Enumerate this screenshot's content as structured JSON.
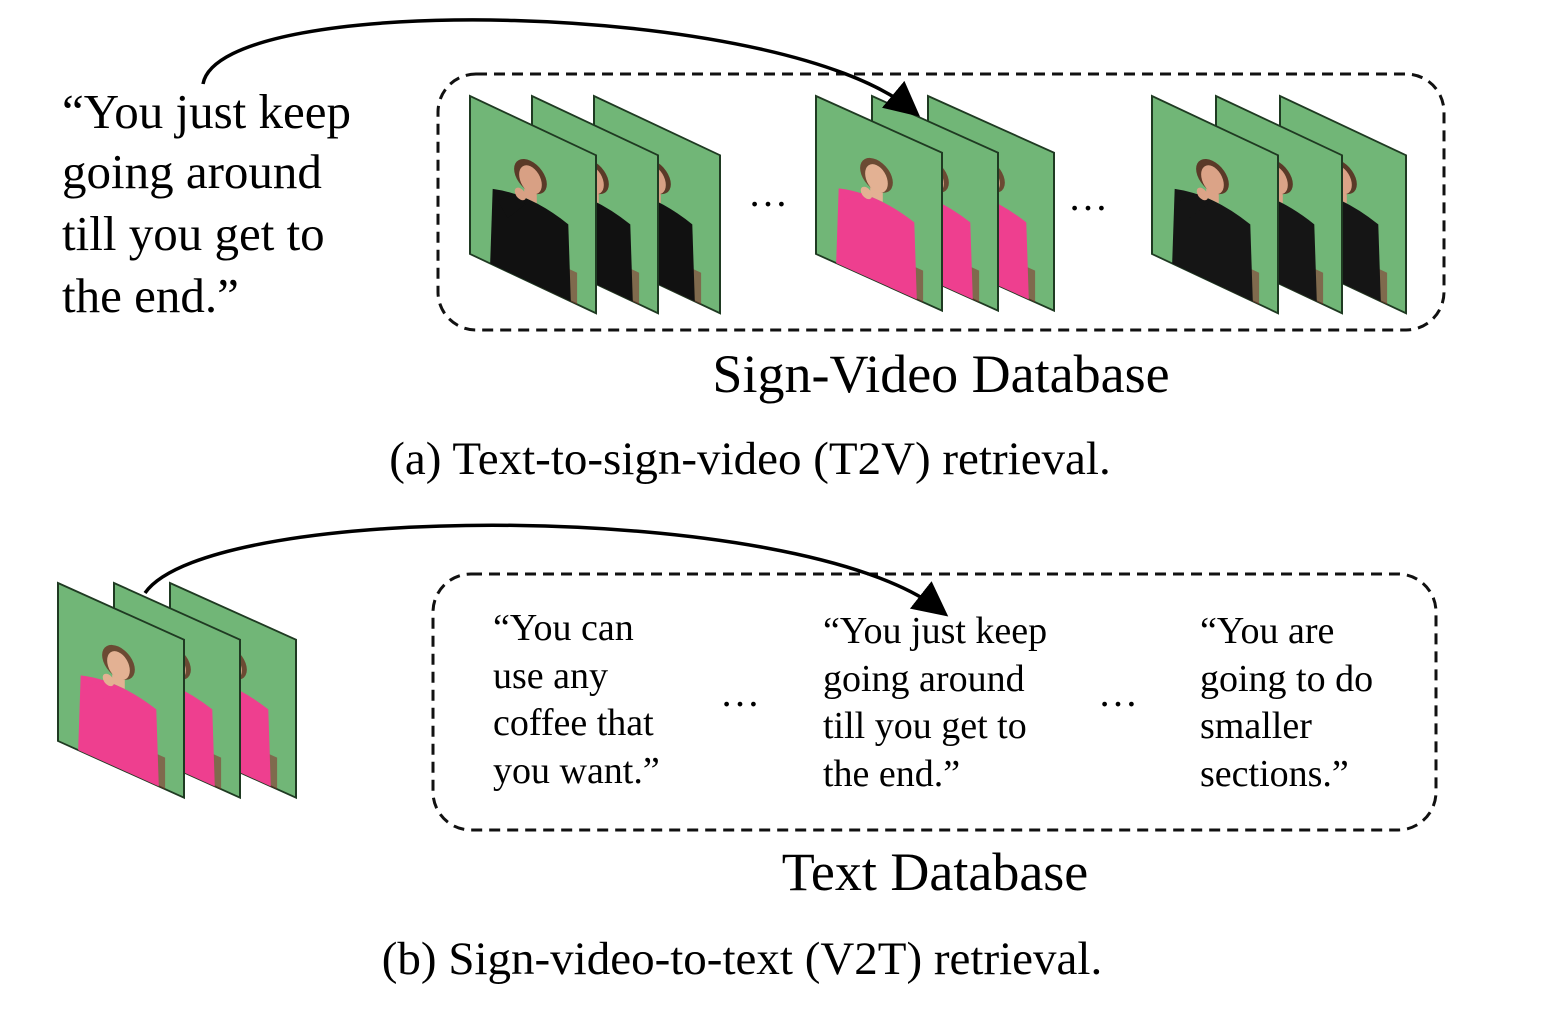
{
  "panel_a": {
    "query_lines": [
      "“You just keep",
      "going around",
      "till you get to",
      "the end.”"
    ],
    "ellipsis_1": "…",
    "ellipsis_2": "…",
    "database_label": "Sign-Video Database",
    "caption": "(a) Text-to-sign-video (T2V) retrieval.",
    "videos": [
      {
        "shirt_color": "#111111",
        "skin": "#d8a084",
        "hair": "#5a3a28"
      },
      {
        "shirt_color": "#ee3f8f",
        "skin": "#e3b193",
        "hair": "#6b4a33"
      },
      {
        "shirt_color": "#151515",
        "skin": "#dba387",
        "hair": "#5a3a28"
      }
    ]
  },
  "panel_b": {
    "query_video": {
      "shirt_color": "#ee3f8f",
      "skin": "#e3b193",
      "hair": "#6b4a33"
    },
    "candidates": [
      {
        "lines": [
          "“You can",
          "use any",
          "coffee that",
          "you want.”"
        ]
      },
      {
        "lines": [
          "“You just keep",
          "going around",
          "till you get to",
          "the end.”"
        ]
      },
      {
        "lines": [
          "“You are",
          "going to do",
          "smaller",
          "sections.”"
        ]
      }
    ],
    "ellipsis_1": "…",
    "ellipsis_2": "…",
    "database_label": "Text Database",
    "caption": "(b) Sign-video-to-text (V2T) retrieval."
  },
  "colors": {
    "green_screen": "#71b677",
    "frame_edge": "#1f3a22",
    "dashed_border": "#111111"
  }
}
